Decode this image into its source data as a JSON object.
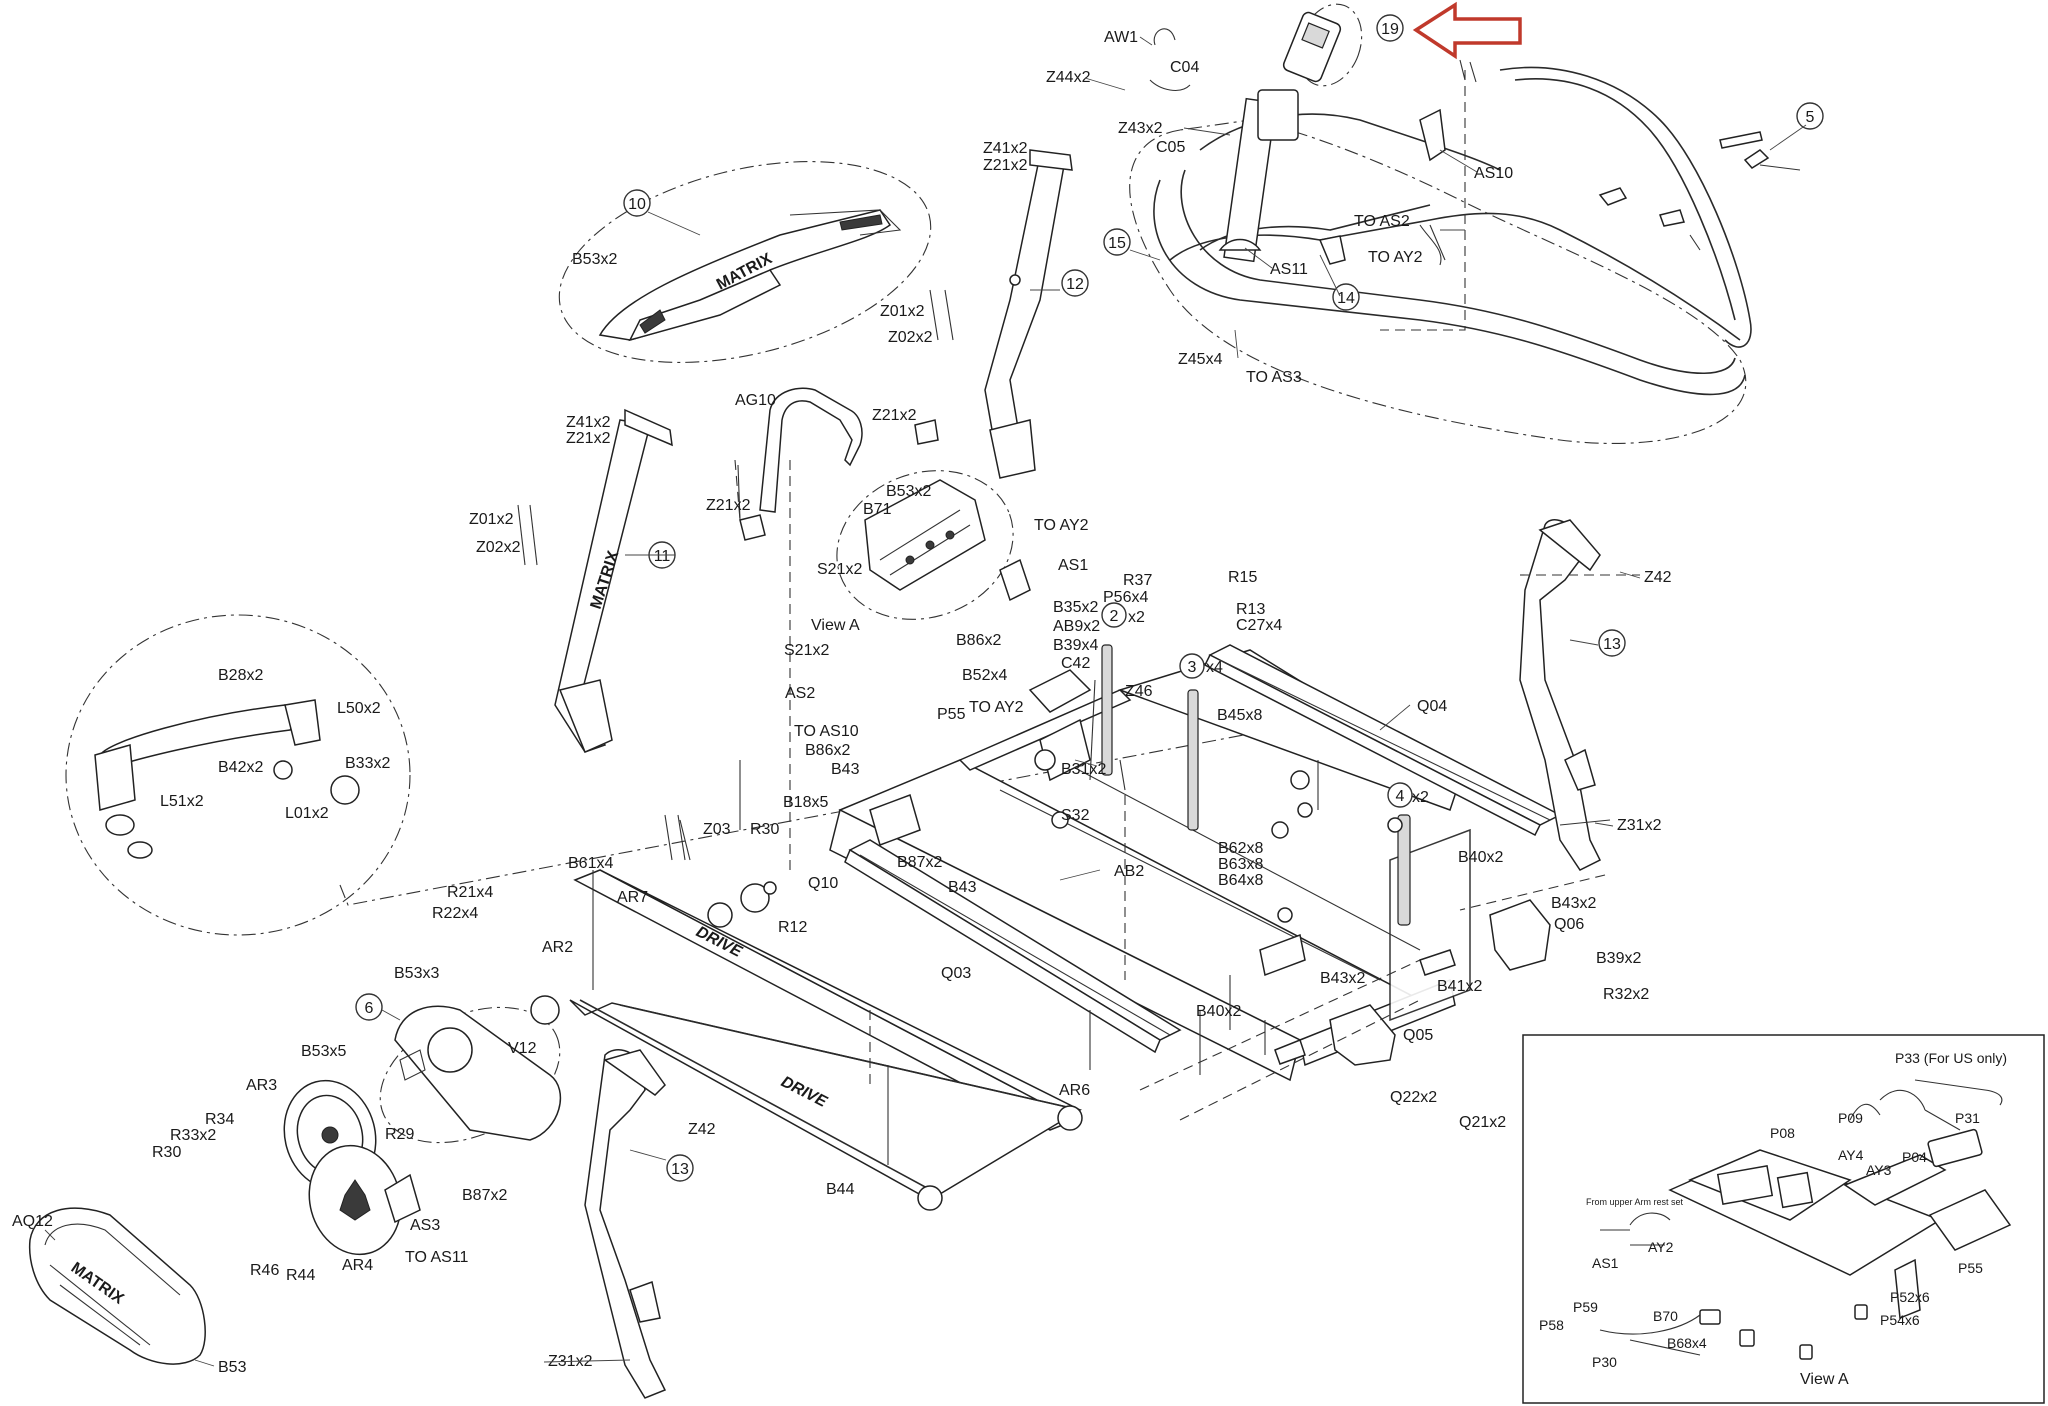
{
  "callouts": {
    "c19": "19",
    "c5": "5",
    "c10": "10",
    "c12": "12",
    "c15": "15",
    "c14": "14",
    "c11": "11",
    "c13a": "13",
    "c13b": "13",
    "c6": "6",
    "c2": "2",
    "c3": "3",
    "c4": "4"
  },
  "labels": {
    "AW1": "AW1",
    "C04": "C04",
    "Z44x2": "Z44x2",
    "Z43x2": "Z43x2",
    "C05": "C05",
    "AS10": "AS10",
    "TO_AS2": "TO AS2",
    "TO_AY2_top": "TO AY2",
    "AS11": "AS11",
    "Z45x4": "Z45x4",
    "TO_AS3": "TO AS3",
    "Z41x2_a": "Z41x2",
    "Z21x2_a": "Z21x2",
    "Z01x2_a": "Z01x2",
    "Z02x2_a": "Z02x2",
    "B53x2_top": "B53x2",
    "Z41x2_b": "Z41x2",
    "Z21x2_b": "Z21x2",
    "Z01x2_b": "Z01x2",
    "Z02x2_b": "Z02x2",
    "AG10": "AG10",
    "Z21x2_c": "Z21x2",
    "Z21x2_d": "Z21x2",
    "B53x2_mid": "B53x2",
    "B71": "B71",
    "S21x2_a": "S21x2",
    "TO_AY2_mid": "TO AY2",
    "AS1": "AS1",
    "View_A_mid": "View A",
    "R37": "R37",
    "R15": "R15",
    "P56x4": "P56x4",
    "x2_circ2": "x2",
    "R13": "R13",
    "C27x4": "C27x4",
    "B35x2": "B35x2",
    "B86x2_a": "B86x2",
    "AB9x2": "AB9x2",
    "B39x4": "B39x4",
    "C42": "C42",
    "B52x4": "B52x4",
    "Z46": "Z46",
    "x4_circ3": "x4",
    "B45x8": "B45x8",
    "Z42_top": "Z42",
    "S21x2_b": "S21x2",
    "AS2": "AS2",
    "TO_AS10": "TO AS10",
    "B86x2_b": "B86x2",
    "B43_a": "B43",
    "P55_mid": "P55",
    "TO_AY2_low": "TO AY2",
    "B31x2": "B31x2",
    "Q04": "Q04",
    "B18x5": "B18x5",
    "S32": "S32",
    "x2_circ4": "x2",
    "B62x8": "B62x8",
    "B63x8": "B63x8",
    "B64x8": "B64x8",
    "Z31x2_right": "Z31x2",
    "B28x2": "B28x2",
    "L50x2": "L50x2",
    "B42x2": "B42x2",
    "B33x2": "B33x2",
    "L51x2": "L51x2",
    "L01x2": "L01x2",
    "Z03": "Z03",
    "R30_mid": "R30",
    "B87x2_a": "B87x2",
    "Q10": "Q10",
    "B43_b": "B43",
    "AB2": "AB2",
    "B40x2_a": "B40x2",
    "B61x4": "B61x4",
    "R21x4": "R21x4",
    "R22x4": "R22x4",
    "AR7": "AR7",
    "AR2": "AR2",
    "R12": "R12",
    "B43x2_right": "B43x2",
    "Q06": "Q06",
    "B39x2": "B39x2",
    "R32x2": "R32x2",
    "B41x2": "B41x2",
    "B43x2_mid": "B43x2",
    "Q03": "Q03",
    "B40x2_b": "B40x2",
    "Q05": "Q05",
    "Q22x2": "Q22x2",
    "Q21x2": "Q21x2",
    "B53x3": "B53x3",
    "B53x5": "B53x5",
    "V12": "V12",
    "AR3": "AR3",
    "R34": "R34",
    "R33x2": "R33x2",
    "R30_low": "R30",
    "R29": "R29",
    "Z42_low": "Z42",
    "AR6": "AR6",
    "B87x2_b": "B87x2",
    "AS3": "AS3",
    "TO_AS11": "TO AS11",
    "AQ12": "AQ12",
    "R46": "R46",
    "R44": "R44",
    "AR4": "AR4",
    "B44": "B44",
    "Z31x2_low": "Z31x2",
    "B53_low": "B53",
    "P33": "P33 (For US only)",
    "P09": "P09",
    "P08": "P08",
    "P31": "P31",
    "P04": "P04",
    "AY4": "AY4",
    "AY3": "AY3",
    "From_upper": "From upper Arm rest set",
    "AS1_box": "AS1",
    "AY2_box": "AY2",
    "P55_box": "P55",
    "P52x6": "P52x6",
    "P54x6": "P54x6",
    "P59": "P59",
    "B70": "B70",
    "P58": "P58",
    "B68x4": "B68x4",
    "P30": "P30",
    "View_A_box": "View A"
  },
  "brand": {
    "matrix_top": "MATRIX",
    "matrix_arm": "MATRIX",
    "matrix_cover": "MATRIX",
    "drive_a": "DRIVE",
    "drive_b": "DRIVE"
  },
  "colors": {
    "highlight_arrow": "#c0392b",
    "line": "#2a2a2a"
  }
}
